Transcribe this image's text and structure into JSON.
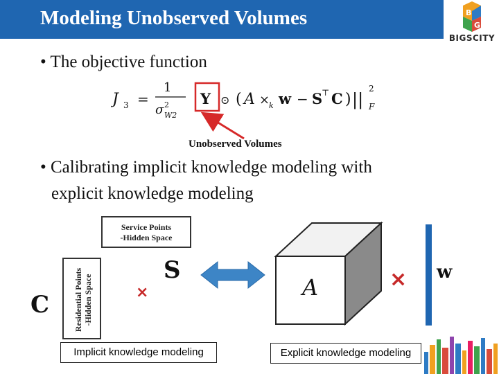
{
  "slide": {
    "title": "Modeling Unobserved Volumes",
    "logo_text": "BIGSCITY",
    "bullets": [
      "• The objective function",
      "• Calibrating implicit knowledge modeling with",
      "explicit knowledge modeling"
    ],
    "equation": {
      "lhs": "J",
      "lhs_sub": "3",
      "equals": "=",
      "numerator": "1",
      "denominator": "σ",
      "denominator_sup": "2",
      "denominator_sub": "W2",
      "Y": "Y",
      "odot": "⊙",
      "open_paren": "(",
      "A": "A",
      "times_k": "×",
      "k": "k",
      "w": "w",
      "minus": "−",
      "S": "S",
      "transpose": "⊤",
      "C": "C",
      "close_paren": ")",
      "norm": "||",
      "norm_sup": "2",
      "norm_sub": "F"
    },
    "callout": "Unobserved Volumes",
    "diagram": {
      "service_points_line1": "Service Points",
      "service_points_line2": "-Hidden Space",
      "residential_line1": "Residential Points",
      "residential_line2": "-Hidden Space",
      "C_symbol": "C",
      "S_symbol": "S",
      "A_symbol": "A",
      "w_symbol": "w",
      "cross_small": "×",
      "cross_large": "×",
      "implicit_label": "Implicit knowledge modeling",
      "explicit_label": "Explicit knowledge modeling"
    },
    "colors": {
      "title_bar": "#1f66b1",
      "arrow_blue": "#3d85c6",
      "cross_red": "#c62828",
      "vector_blue": "#1f66b1"
    }
  }
}
